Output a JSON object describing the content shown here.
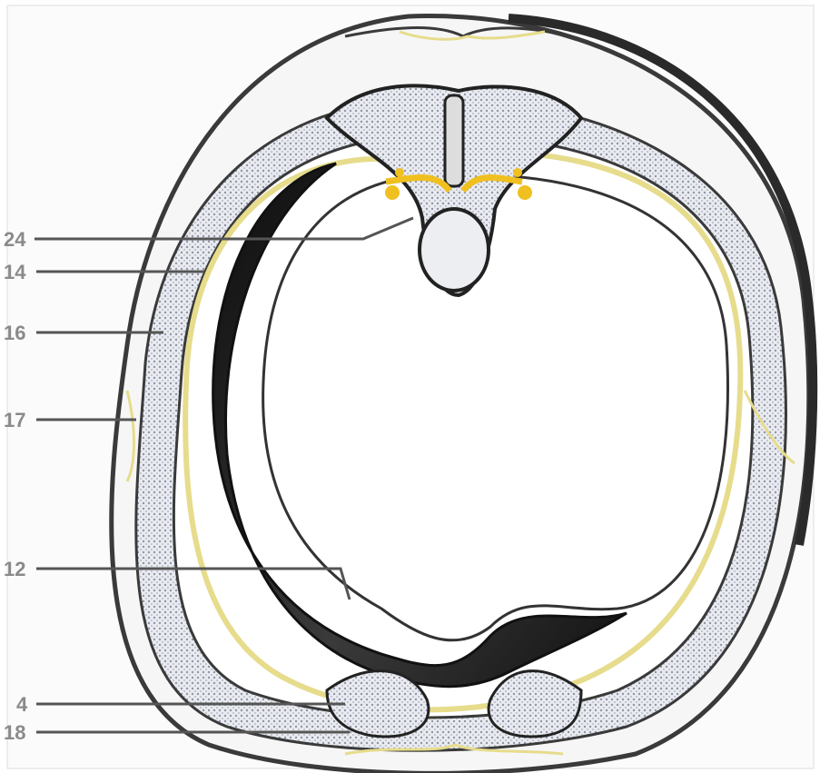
{
  "labels": [
    {
      "id": "24",
      "text": "24"
    },
    {
      "id": "14",
      "text": "14"
    },
    {
      "id": "16",
      "text": "16"
    },
    {
      "id": "17",
      "text": "17"
    },
    {
      "id": "12",
      "text": "12"
    },
    {
      "id": "4",
      "text": "4"
    },
    {
      "id": "18",
      "text": "18"
    }
  ],
  "colors": {
    "background": "#ffffff",
    "outline": "#3a3a3a",
    "muscle_texture": "#c9ccd4",
    "nerve": "#e6dc8c",
    "ganglion": "#f0c020",
    "dark_layer": "#1c1c1c",
    "label": "#8a8a8a"
  }
}
